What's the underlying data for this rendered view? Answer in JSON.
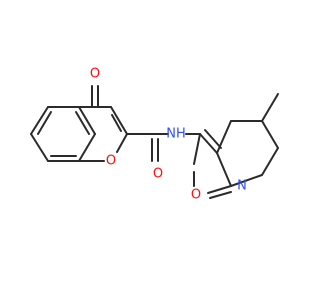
{
  "molecule": {
    "atom_labels": {
      "ketone_oxygen": "O",
      "pyran_oxygen": "O",
      "amide_oxygen": "O",
      "amide_nitrogen": "NH",
      "isoxazole_oxygen": "O",
      "isoxazole_nitrogen": "N"
    },
    "colors": {
      "bond": "#2b2b2b",
      "oxygen": "#ff0d0d",
      "nitrogen": "#3050f8"
    }
  }
}
